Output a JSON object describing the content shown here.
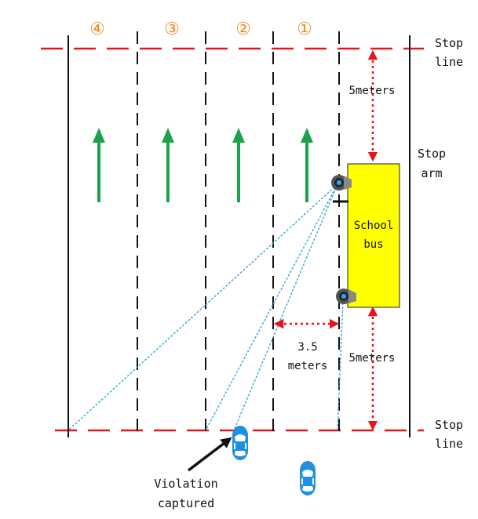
{
  "lane_numbers": [
    "④",
    "③",
    "②",
    "①"
  ],
  "stop_line_top": [
    "Stop",
    "line"
  ],
  "stop_line_bottom": [
    "Stop",
    "line"
  ],
  "stop_arm": [
    "Stop",
    "arm"
  ],
  "top_distance": "5meters",
  "bottom_distance": "5meters",
  "lane_width": [
    "3.5",
    "meters"
  ],
  "bus_label": [
    "School",
    "bus"
  ],
  "violation_label": [
    "Violation",
    "captured"
  ],
  "colors": {
    "stop_line": "#e8141c",
    "lane_number": "#f08a28",
    "arrow": "#1aa34a",
    "bus": "#ffff00",
    "camera_ray": "#3aa6d9",
    "car": "#1e90e0",
    "measure": "#e8141c"
  }
}
